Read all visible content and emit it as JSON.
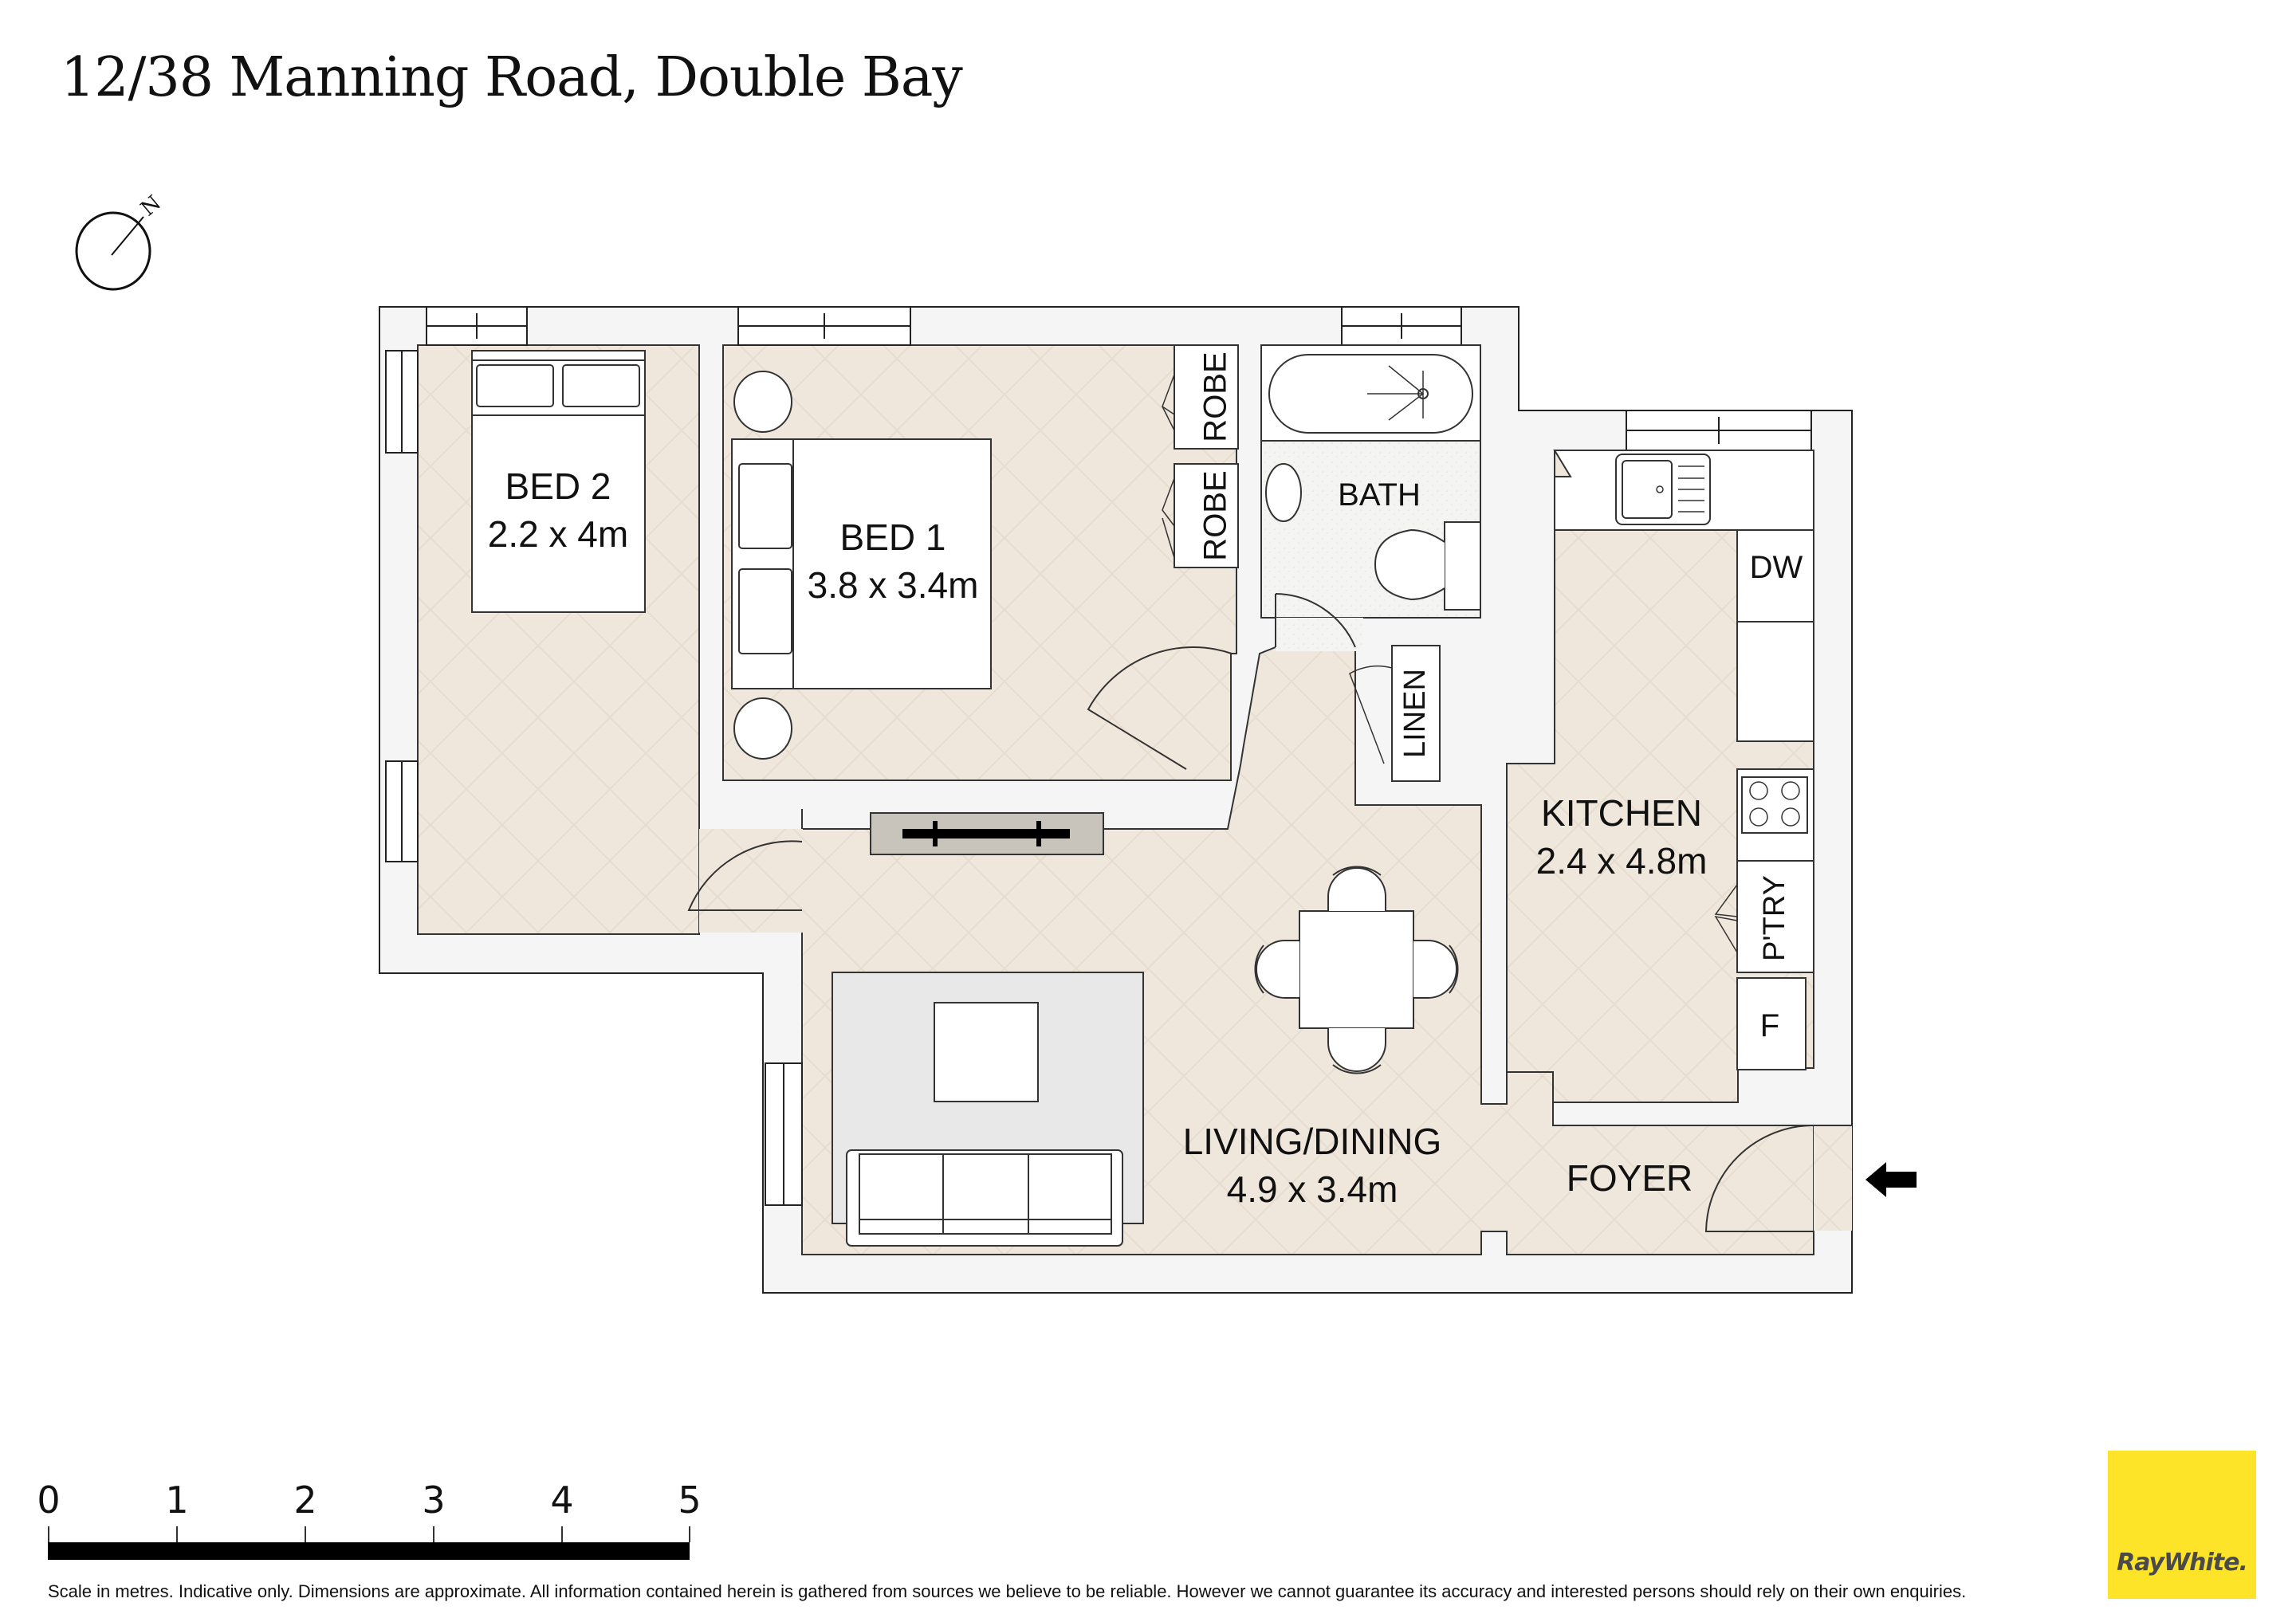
{
  "header": {
    "title": "12/38 Manning Road, Double Bay"
  },
  "compass": {
    "icon": "north-arrow-icon",
    "label": "N"
  },
  "rooms": [
    {
      "id": "bed2",
      "name": "BED 2",
      "dimensions": "2.2 x 4m"
    },
    {
      "id": "bed1",
      "name": "BED 1",
      "dimensions": "3.8 x 3.4m"
    },
    {
      "id": "bath",
      "name": "BATH",
      "dimensions": ""
    },
    {
      "id": "kitchen",
      "name": "KITCHEN",
      "dimensions": "2.4 x 4.8m"
    },
    {
      "id": "living",
      "name": "LIVING/DINING",
      "dimensions": "4.9 x 3.4m"
    },
    {
      "id": "foyer",
      "name": "FOYER",
      "dimensions": ""
    }
  ],
  "fixtures": {
    "robe_top": "ROBE",
    "robe_bottom": "ROBE",
    "linen": "LINEN",
    "dishwasher": "DW",
    "pantry": "P'TRY",
    "fridge": "F"
  },
  "entry": {
    "icon": "entry-arrow-icon"
  },
  "scale_bar": {
    "ticks": [
      "0",
      "1",
      "2",
      "3",
      "4",
      "5"
    ],
    "unit": "metres"
  },
  "footer": {
    "disclaimer": "Scale in metres. Indicative only. Dimensions are approximate. All information contained herein is gathered from sources we believe to be reliable. However we cannot guarantee its accuracy and interested persons should rely on their own enquiries."
  },
  "brand": {
    "name": "RayWhite.",
    "color": "#fde428",
    "text_color": "#4a4a4a"
  },
  "colors": {
    "floor": "#f0e7dc",
    "wall": "#f5f5f5",
    "bath_floor": "#f3f3f1",
    "rug": "#e8e8e8",
    "fireplace": "#c8c4bb"
  }
}
